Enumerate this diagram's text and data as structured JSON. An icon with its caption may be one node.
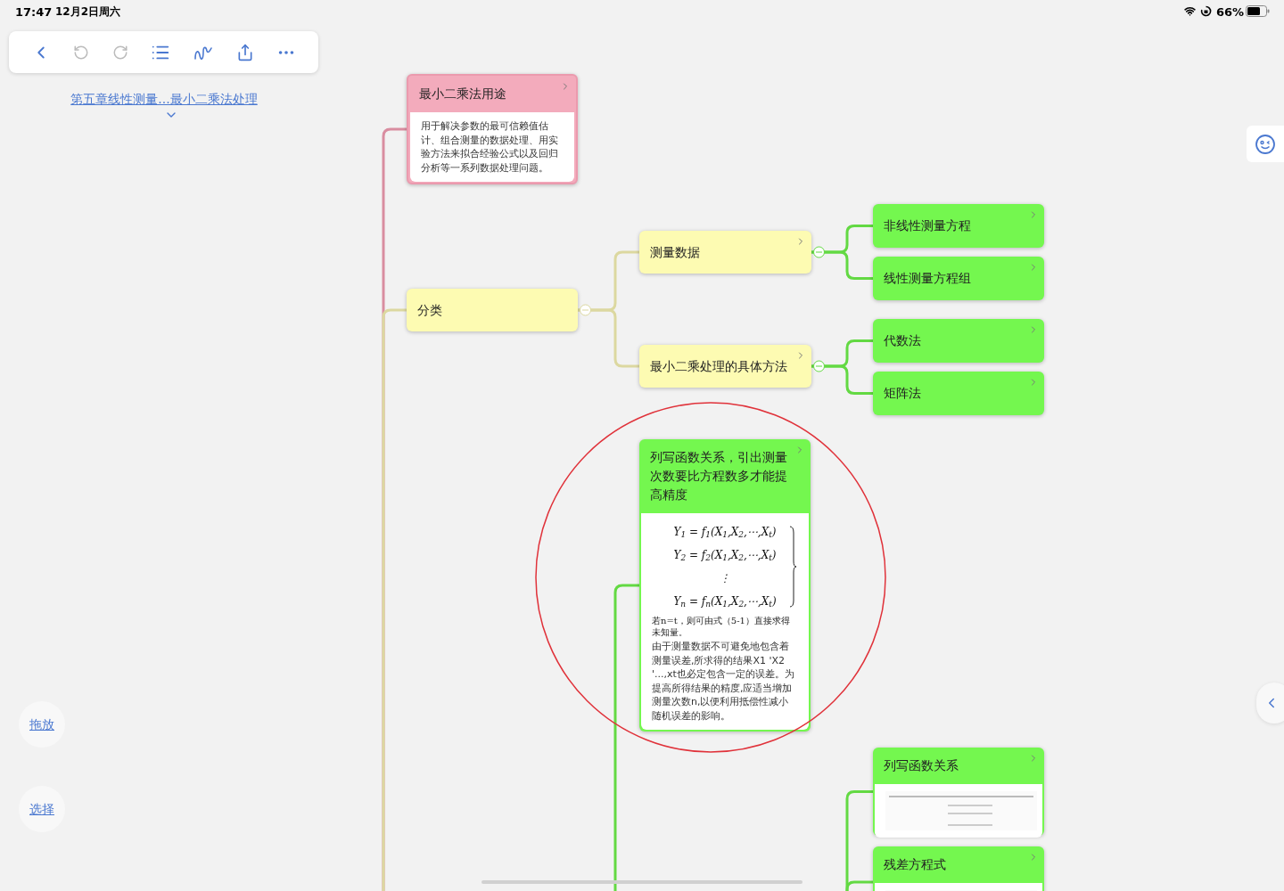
{
  "diagram": {
    "nodes": [
      {
        "text": [
          "最小二乘法用途",
          "用于解决参数的最可信赖值估计、组合测量的数据处理、用实验方法来拟合经验公式以及回归分析等一系列数据处理问题。"
        ]
      },
      {
        "text": [
          "分类"
        ]
      },
      {
        "text": [
          "测量数据"
        ]
      },
      {
        "text": [
          "非线性测量方程"
        ]
      },
      {
        "text": [
          "线性测量方程组"
        ]
      },
      {
        "text": [
          "最小二乘处理的具体方法"
        ]
      },
      {
        "text": [
          "代数法"
        ]
      },
      {
        "text": [
          "矩阵法"
        ]
      },
      {
        "text": [
          "列写函数关系，引出测量次数要比方程数多才能提高精度",
          "Y$_{1}$ = f$_{1}$(X$_{1}$,X$_{2}$,⋯,X$_{t}$)",
          "Y$_{2}$ = f$_{2}$(X$_{1}$,X$_{2}$,⋯,X$_{t}$)",
          "⋮",
          "Y$_{n}$ = f$_{n}$(X$_{1}$,X$_{2}$,⋯,X$_{t}$)",
          "若n=t，则可由式（5-1）直接求得未知量。",
          "由于测量数据不可避免地包含着测量误差,所求得的结果X1 'X2 '...,xt也必定包含一定的误差。为提高所得结果的精度,应适当增加测量次数n,以便利用抵偿性减小随机误差的影响。"
        ]
      },
      {
        "text": [
          "列写函数关系"
        ]
      },
      {
        "text": [
          "残差方程式"
        ]
      }
    ],
    "edges": [
      {
        "from": null,
        "to": 0,
        "arrow": "none",
        "color": "#d98da0"
      },
      {
        "from": null,
        "to": 1,
        "arrow": "none",
        "color": "#dcd8a0"
      },
      {
        "from": 1,
        "to": 2,
        "arrow": "none",
        "color": "#dcd8a0"
      },
      {
        "from": 1,
        "to": 5,
        "arrow": "none",
        "color": "#dcd8a0"
      },
      {
        "from": 2,
        "to": 3,
        "arrow": "none"
      },
      {
        "from": 2,
        "to": 4,
        "arrow": "none"
      },
      {
        "from": 5,
        "to": 6,
        "arrow": "none"
      },
      {
        "from": 5,
        "to": 7,
        "arrow": "none"
      },
      {
        "from": null,
        "to": 8,
        "arrow": "none"
      },
      {
        "from": null,
        "to": 9,
        "arrow": "none"
      },
      {
        "from": null,
        "to": 10,
        "arrow": "none"
      }
    ],
    "labels": [
      "17:47",
      "12月2日周六",
      "66%",
      "第五章线性测量...最小二乘法处理",
      "拖放",
      "选择"
    ]
  }
}
